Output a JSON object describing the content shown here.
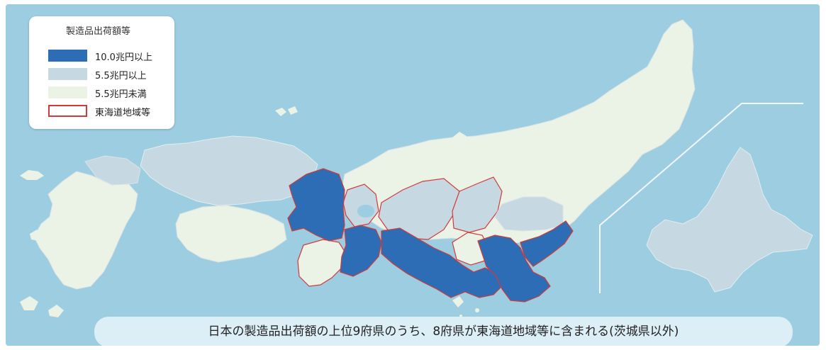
{
  "legend": {
    "title": "製造品出荷額等",
    "items": [
      {
        "label": "10.0兆円以上",
        "color": "#2d6db5",
        "style": "fill"
      },
      {
        "label": "5.5兆円以上",
        "color": "#c6d8e2",
        "style": "fill"
      },
      {
        "label": "5.5兆円未満",
        "color": "#ebf2e6",
        "style": "fill"
      },
      {
        "label": "東海道地域等",
        "color": "#d23a3a",
        "style": "outline"
      }
    ]
  },
  "caption": "日本の製造品出荷額の上位9府県のうち、8府県が東海道地域等に含まれる(茨城県以外)",
  "colors": {
    "sea": "#9ccde0",
    "high": "#2d6db5",
    "mid": "#c6d8e2",
    "low": "#ebf2e6",
    "border": "#d23a3a",
    "divider": "#f2f7f9"
  }
}
